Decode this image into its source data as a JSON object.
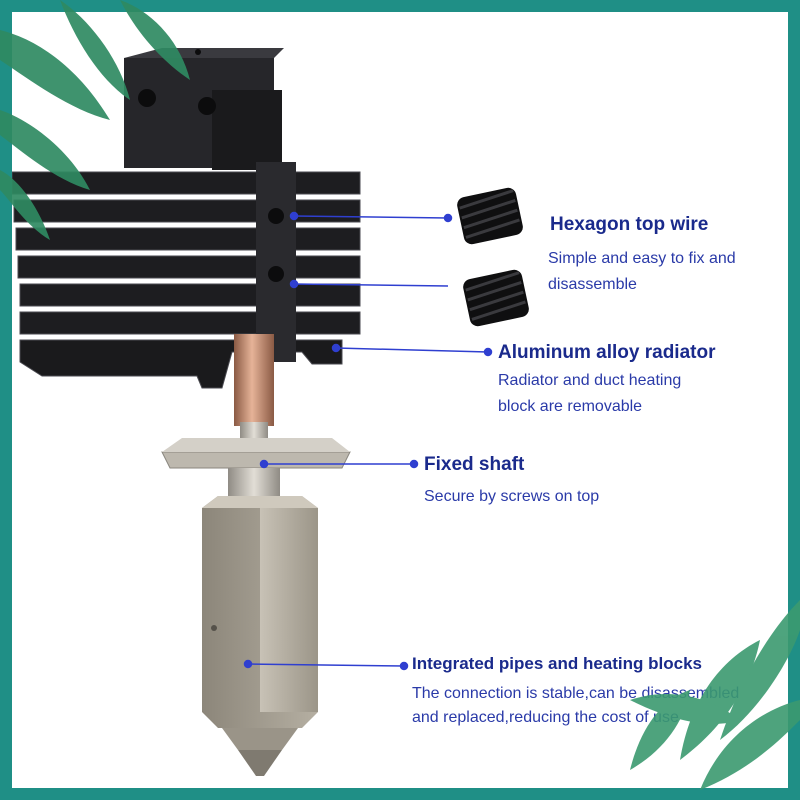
{
  "colors": {
    "frame": "#1f8f86",
    "line": "#2f3fd0",
    "title": "#1a2a8c",
    "desc": "#2a3aa8",
    "heatsink": "#1c1c1e",
    "copper": "#c98c6c",
    "steel": "#b9b5ab",
    "block": "#a29c8f",
    "leaf": "#2f8a62"
  },
  "callouts": [
    {
      "title": "Hexagon top wire",
      "desc": [
        "Simple and easy to fix and",
        "disassemble"
      ]
    },
    {
      "title": "Aluminum alloy radiator",
      "desc": [
        "Radiator and duct heating",
        "block are removable"
      ]
    },
    {
      "title": "Fixed shaft",
      "desc": [
        "Secure by screws on top"
      ]
    },
    {
      "title": "Integrated pipes and heating blocks",
      "desc": [
        "The connection is stable,can be disassembled",
        "and replaced,reducing the cost of use"
      ]
    }
  ],
  "icons": [
    "hotend-illustration",
    "set-screw-icon",
    "leaf-decoration"
  ]
}
